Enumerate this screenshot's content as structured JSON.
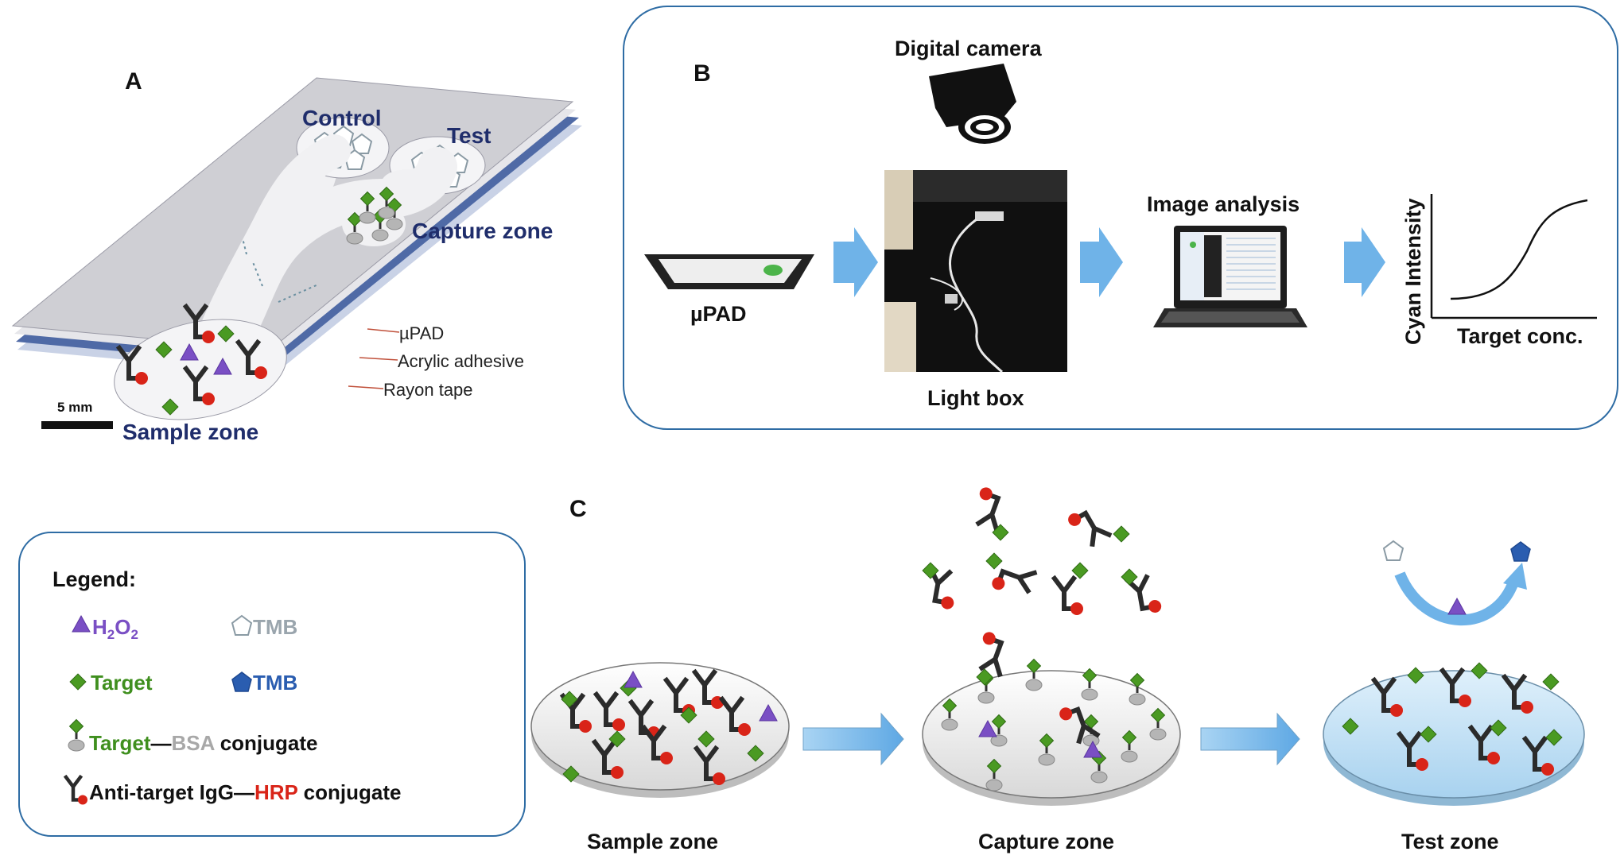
{
  "panel_a": {
    "letter": "A",
    "control_label": "Control",
    "test_label": "Test",
    "capture_label": "Capture zone",
    "sample_label": "Sample zone",
    "scale_label": "5 mm",
    "layers": [
      "µPAD",
      "Acrylic adhesive",
      "Rayon tape"
    ]
  },
  "panel_b": {
    "letter": "B",
    "camera_label": "Digital camera",
    "upad_label": "µPAD",
    "lightbox_label": "Light box",
    "analysis_label": "Image analysis",
    "y_axis_label": "Cyan Intensity",
    "x_axis_label": "Target conc."
  },
  "legend": {
    "title": "Legend:",
    "h2o2": {
      "main": "H",
      "sub1": "2",
      "mid": "O",
      "sub2": "2"
    },
    "tmb_light": "TMB",
    "target": "Target",
    "tmb_blue": "TMB",
    "conj_bsa": {
      "part1": "Target",
      "dash": "—",
      "part2": "BSA",
      "part3": " conjugate"
    },
    "conj_hrp": {
      "part1": "Anti-target IgG",
      "dash": "—",
      "part2": "HRP",
      "part3": " conjugate"
    }
  },
  "panel_c": {
    "letter": "C",
    "zone1_label": "Sample zone",
    "zone2_label": "Capture zone",
    "zone3_label": "Test zone"
  },
  "colors": {
    "frame_blue": "#2e6ca4",
    "navy_text": "#1f2d6b",
    "arrow_blue": "#6fb3e8",
    "h2o2_purple": "#7a4fc4",
    "target_green": "#3f8f1e",
    "bsa_gray": "#a8a8a8",
    "hrp_red": "#d92418",
    "tmb_blue": "#2a5db0",
    "tmb_gray": "#9aa5ad"
  }
}
